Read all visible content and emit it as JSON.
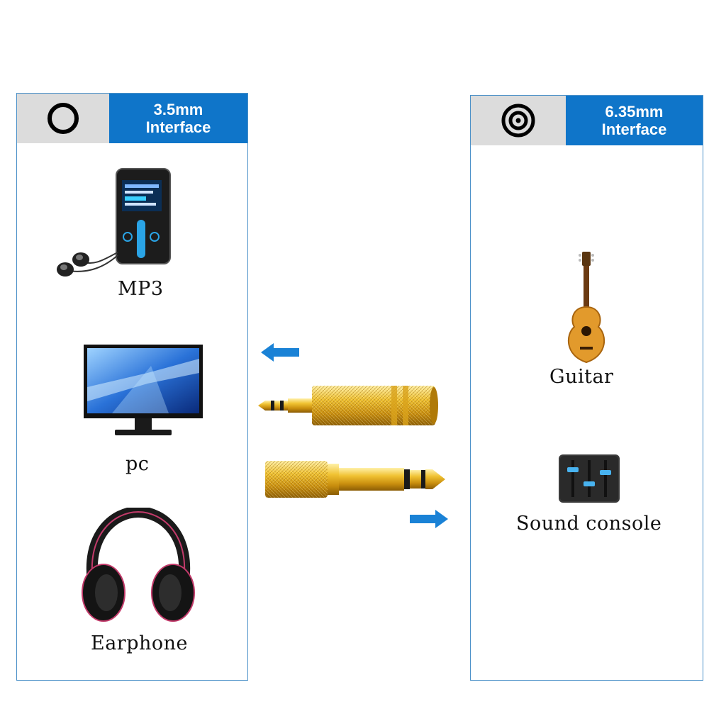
{
  "left_panel": {
    "header": {
      "icon": "ring-icon",
      "label": "3.5mm\nInterface"
    },
    "devices": [
      {
        "icon": "mp3-player-icon",
        "label": "MP3"
      },
      {
        "icon": "monitor-icon",
        "label": "pc"
      },
      {
        "icon": "headphones-icon",
        "label": "Earphone"
      }
    ]
  },
  "right_panel": {
    "header": {
      "icon": "double-ring-icon",
      "label": "6.35mm\nInterface"
    },
    "devices": [
      {
        "icon": "guitar-icon",
        "label": "Guitar"
      },
      {
        "icon": "mixer-icon",
        "label": "Sound console"
      }
    ]
  },
  "adapters": [
    {
      "icon": "adapter-3.5mm-to-6.35mm-icon"
    },
    {
      "icon": "adapter-6.35mm-to-3.5mm-icon"
    }
  ],
  "colors": {
    "accent": "#0f75c9",
    "header_gray": "#dcdcdc",
    "border": "#4a90c8",
    "gold": "#e8b11e",
    "arrow": "#1a82d6"
  }
}
